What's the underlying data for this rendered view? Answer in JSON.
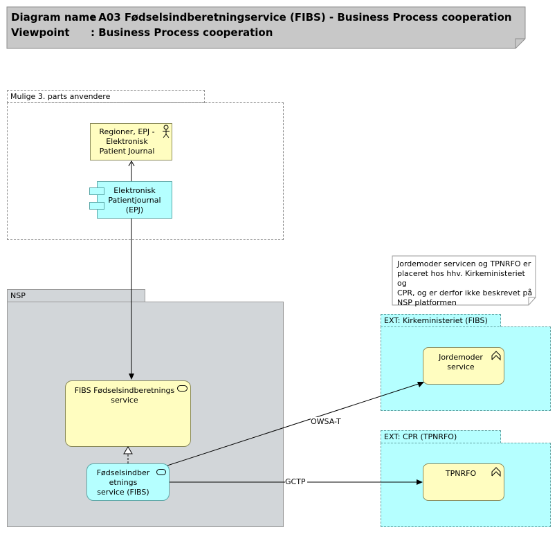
{
  "header": {
    "diagram_label": "Diagram name",
    "diagram_value": ": A03 Fødselsindberetningservice (FIBS) - Business Process cooperation",
    "viewpoint_label": "Viewpoint",
    "viewpoint_value": ": Business Process cooperation"
  },
  "groups": {
    "third_party": "Mulige 3. parts anvendere",
    "nsp": "NSP",
    "kirke": "EXT: Kirkeministeriet (FIBS)",
    "cpr": "EXT: CPR (TPNRFO)"
  },
  "elements": {
    "actor_line1": "Regioner, EPJ -",
    "actor_line2": "Elektronisk",
    "actor_line3": "Patient Journal",
    "epj_line1": "Elektronisk",
    "epj_line2": "Patientjournal",
    "epj_line3": "(EPJ)",
    "fibs_service_line1": "FIBS Fødselsindberetnings",
    "fibs_service_line2": "service",
    "fibs_comp_line1": "Fødselsindber",
    "fibs_comp_line2": "etnings",
    "fibs_comp_line3": "service (FIBS)",
    "jordemoder_line1": "Jordemoder",
    "jordemoder_line2": "service",
    "tpnrfo": "TPNRFO"
  },
  "note": {
    "line1": "Jordemoder servicen og TPNRFO er",
    "line2": "placeret hos hhv. Kirkeministeriet og",
    "line3": "CPR, og er derfor ikke beskrevet på",
    "line4": "NSP platformen"
  },
  "connections": {
    "owsa": "OWSA-T",
    "gctp": "GCTP"
  },
  "colors": {
    "title_bg": "#c8c8c8",
    "nsp_bg": "#d2d6d9",
    "cyan": "#b5ffff",
    "yellow": "#fffdc0"
  }
}
